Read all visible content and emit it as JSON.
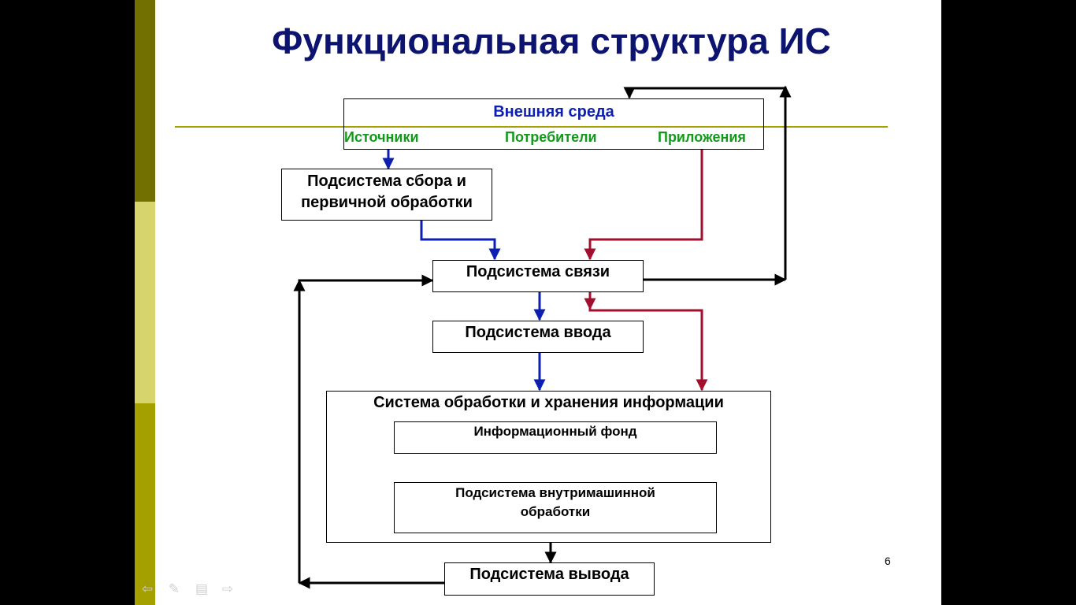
{
  "title": "Функциональная структура ИС",
  "external_environment": {
    "title": "Внешняя среда",
    "sources": "Источники",
    "consumers": "Потребители",
    "applications": "Приложения"
  },
  "subsystems": {
    "collection": [
      "Подсистема сбора и",
      "первичной обработки"
    ],
    "communication": "Подсистема связи",
    "input": "Подсистема ввода",
    "processing_storage": "Система обработки и хранения информации",
    "info_fund": "Информационный фонд",
    "internal_processing": [
      "Подсистема внутримашинной",
      "обработки"
    ],
    "output": "Подсистема вывода"
  },
  "page_number": "6",
  "colors": {
    "title": "#0c1470",
    "external_title": "#0d1fb0",
    "category_labels": "#119a1a",
    "blue_flow": "#0d1fb0",
    "red_flow": "#a0102e",
    "black_flow": "#000000",
    "accent_olive": "#a3a000"
  },
  "nav_icons": [
    "back-arrow-icon",
    "pen-icon",
    "menu-icon",
    "forward-arrow-icon"
  ]
}
